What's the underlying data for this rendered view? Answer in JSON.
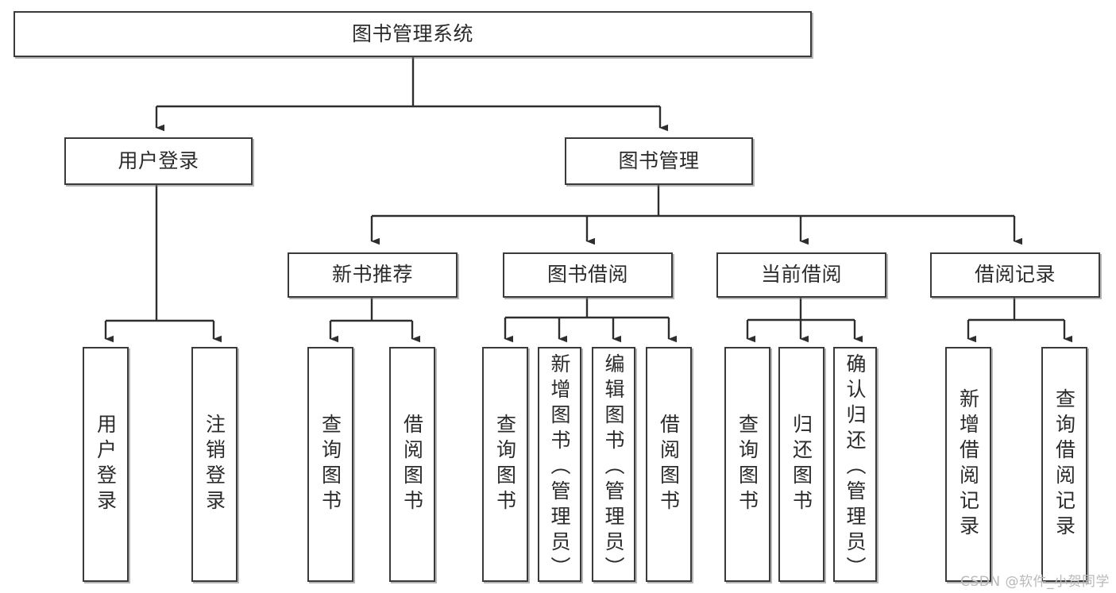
{
  "diagram": {
    "type": "tree-hierarchy",
    "title": "图书管理系统",
    "root": {
      "label": "图书管理系统"
    },
    "level2": [
      {
        "label": "用户登录"
      },
      {
        "label": "图书管理"
      }
    ],
    "level3": [
      {
        "label": "新书推荐"
      },
      {
        "label": "图书借阅"
      },
      {
        "label": "当前借阅"
      },
      {
        "label": "借阅记录"
      }
    ],
    "leaves": {
      "user_login": [
        {
          "label": "用户登录"
        },
        {
          "label": "注销登录"
        }
      ],
      "new_book_recommend": [
        {
          "label": "查询图书"
        },
        {
          "label": "借阅图书"
        }
      ],
      "book_borrow": [
        {
          "label": "查询图书"
        },
        {
          "label": "新增图书（管理员）"
        },
        {
          "label": "编辑图书（管理员）"
        },
        {
          "label": "借阅图书"
        }
      ],
      "current_borrow": [
        {
          "label": "查询图书"
        },
        {
          "label": "归还图书"
        },
        {
          "label": "确认归还（管理员）"
        }
      ],
      "borrow_record": [
        {
          "label": "新增借阅记录"
        },
        {
          "label": "查询借阅记录"
        }
      ]
    }
  },
  "watermark": {
    "text": "CSDN @软件_小贺同学"
  },
  "colors": {
    "border": "#3a3a3a",
    "text": "#2b2b2b",
    "background": "#ffffff",
    "watermark": "#b9b9b9"
  }
}
